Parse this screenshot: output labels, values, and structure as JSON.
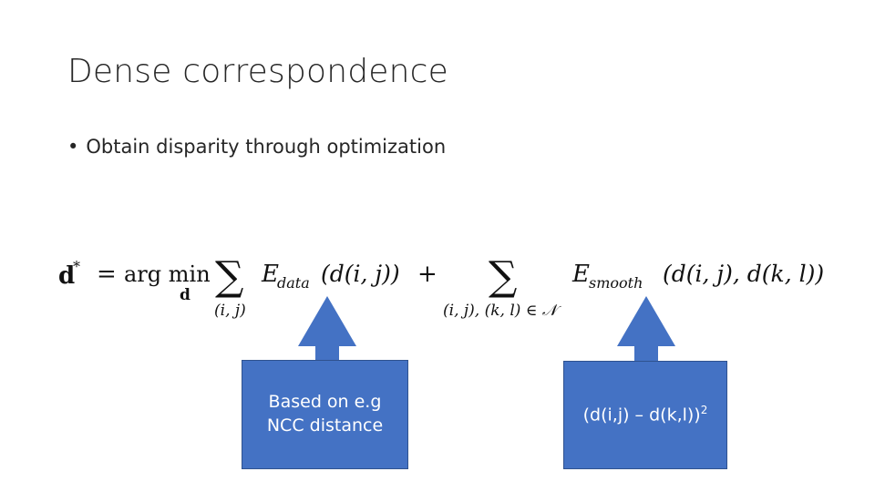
{
  "slide": {
    "title": "Dense correspondence",
    "bullet_marker": "•",
    "bullet_text": "Obtain disparity through optimization"
  },
  "equation": {
    "lhs_symbol": "d",
    "lhs_star": "*",
    "equals": "=",
    "argmin": "arg min",
    "argmin_sub": "d",
    "sum_symbol": "∑",
    "sum1_sub": "(i, j)",
    "e_data": "E",
    "e_data_sub": "data",
    "e_data_arg": "(d(i, j))",
    "plus": "+",
    "sum2_sub": "(i, j), (k, l) ∈ 𝒩",
    "e_smooth": "E",
    "e_smooth_sub": "smooth",
    "e_smooth_arg": "(d(i, j), d(k, l))"
  },
  "callouts": {
    "left": {
      "line1": "Based on e.g",
      "line2": "NCC distance"
    },
    "right": {
      "text": "(d(i,j) – d(k,l))",
      "sup": "2"
    }
  },
  "colors": {
    "callout_fill": "#4472c4",
    "callout_border": "#2f528f",
    "text": "#262626"
  }
}
